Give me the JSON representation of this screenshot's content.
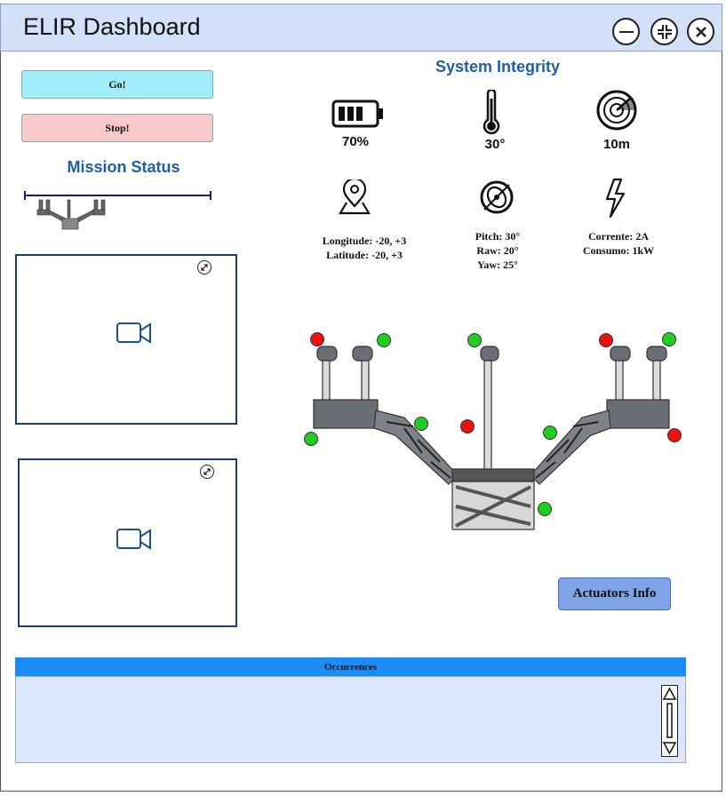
{
  "window": {
    "title": "ELIR Dashboard",
    "controls": [
      "minimize-icon",
      "restore-icon",
      "close-icon"
    ]
  },
  "controls": {
    "go_label": "Go!",
    "stop_label": "Stop!",
    "go_color": "#a0eefc",
    "stop_color": "#f9c8c8"
  },
  "mission": {
    "heading": "Mission Status"
  },
  "cameras": [
    {
      "icon": "video-camera-icon",
      "expand_icon": "expand-icon"
    },
    {
      "icon": "video-camera-icon",
      "expand_icon": "expand-icon"
    }
  ],
  "integrity": {
    "heading": "System Integrity",
    "battery": {
      "icon": "battery-icon",
      "value": "70%"
    },
    "temperature": {
      "icon": "thermometer-icon",
      "value": "30°"
    },
    "range": {
      "icon": "radar-icon",
      "value": "10m"
    },
    "location": {
      "icon": "location-pin-icon",
      "longitude": "Longitude: -20, +3",
      "latitude": "Latitude: -20, +3"
    },
    "orientation": {
      "icon": "gyroscope-icon",
      "pitch": "Pitch: 30°",
      "raw": "Raw: 20°",
      "yaw": "Yaw: 25°"
    },
    "power": {
      "icon": "lightning-icon",
      "current": "Corrente: 2A",
      "consumption": "Consumo: 1kW"
    }
  },
  "actuators": {
    "button_label": "Actuators Info",
    "status_colors": {
      "ok": "#22cc22",
      "fault": "#ee1111"
    },
    "indicators": [
      "fault",
      "ok",
      "ok",
      "fault",
      "ok",
      "ok",
      "fault",
      "ok",
      "ok",
      "fault",
      "ok"
    ]
  },
  "occurrences": {
    "heading": "Occurrences",
    "scroll_icons": [
      "arrow-up-icon",
      "arrow-down-icon"
    ]
  }
}
